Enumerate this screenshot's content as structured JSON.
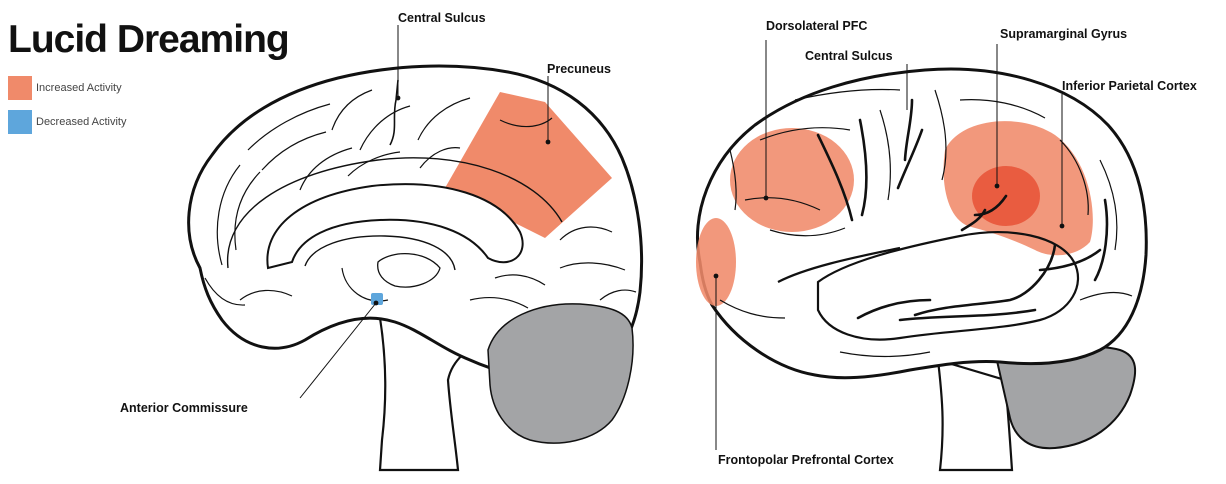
{
  "title": "Lucid Dreaming",
  "legend": [
    {
      "label": "Increased Activity",
      "color": "#f08a6a"
    },
    {
      "label": "Decreased Activity",
      "color": "#5ea6dc"
    }
  ],
  "colors": {
    "increased": "#f08a6a",
    "increased_strong": "#e8553a",
    "decreased": "#5ea6dc",
    "cerebellum": "#a3a4a6",
    "outline": "#111111"
  },
  "labels": {
    "central_sulcus_medial": "Central Sulcus",
    "precuneus": "Precuneus",
    "anterior_commissure": "Anterior Commissure",
    "dorsolateral_pfc": "Dorsolateral PFC",
    "central_sulcus_lateral": "Central Sulcus",
    "supramarginal_gyrus": "Supramarginal Gyrus",
    "inferior_parietal_cortex": "Inferior Parietal Cortex",
    "frontopolar_prefrontal_cortex": "Frontopolar Prefrontal Cortex"
  }
}
